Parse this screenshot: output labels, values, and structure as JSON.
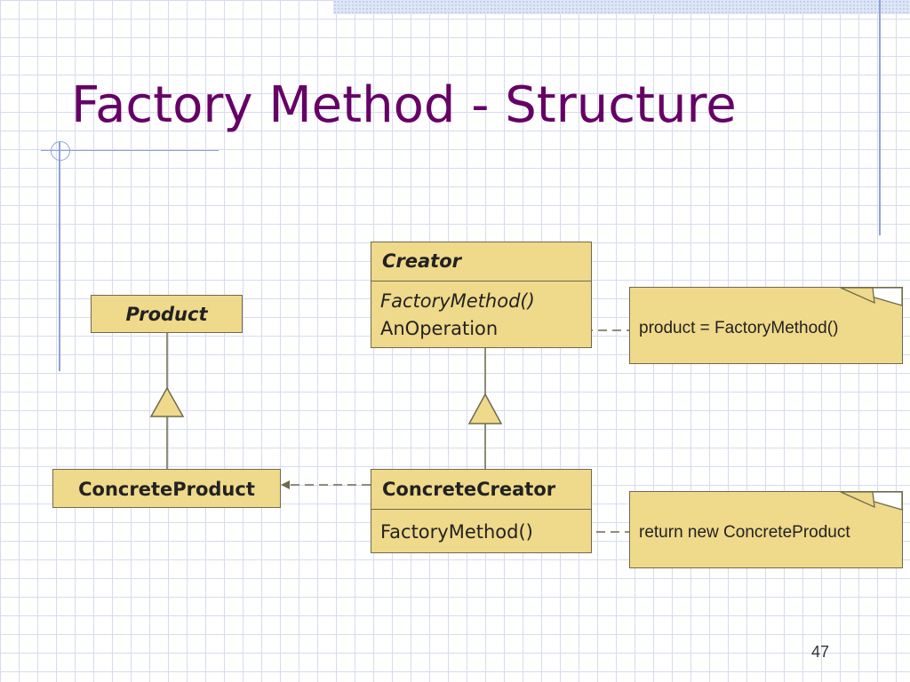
{
  "slide": {
    "title": "Factory Method - Structure",
    "page_number": "47"
  },
  "diagram": {
    "classes": {
      "product": {
        "name": "Product"
      },
      "creator": {
        "name": "Creator",
        "operations": [
          "FactoryMethod()",
          "AnOperation"
        ]
      },
      "concrete_product": {
        "name": "ConcreteProduct"
      },
      "concrete_creator": {
        "name": "ConcreteCreator",
        "operations": [
          "FactoryMethod()"
        ]
      }
    },
    "notes": {
      "creator_note": "product = FactoryMethod()",
      "concrete_creator_note": "return new ConcreteProduct"
    }
  },
  "colors": {
    "class_fill": "#efd98a",
    "title": "#660066",
    "line": "#6e6a4e",
    "grid": "#d5dcef"
  }
}
